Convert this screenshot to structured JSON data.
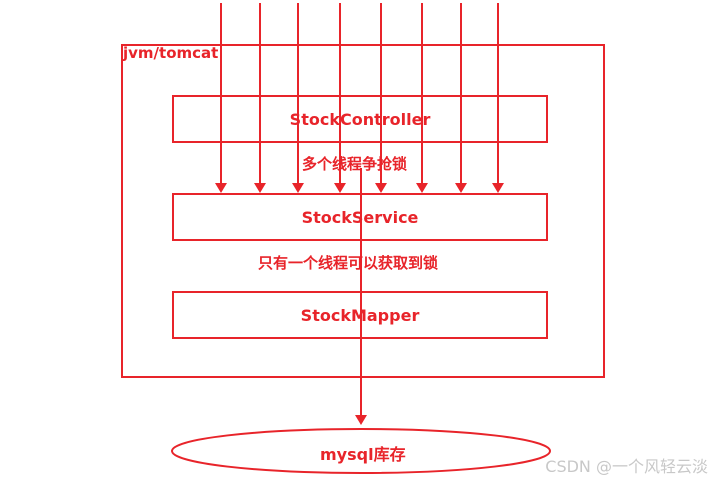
{
  "container": {
    "label": "jvm/tomcat"
  },
  "layers": {
    "controller": "StockController",
    "service": "StockService",
    "mapper": "StockMapper"
  },
  "notes": {
    "contend": "多个线程争抢锁",
    "acquire": "只有一个线程可以获取到锁"
  },
  "database": {
    "label": "mysql库存"
  },
  "watermark": "CSDN @一个风轻云淡",
  "colors": {
    "accent": "#e8242a",
    "watermark": "#c8c8c8"
  }
}
